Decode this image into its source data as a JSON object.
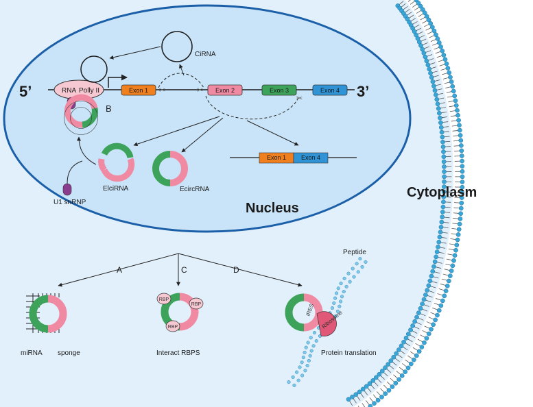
{
  "labels": {
    "five_prime": "5’",
    "three_prime": "3’",
    "rna_pol_a": "RNA",
    "rna_pol_b": "Polly II",
    "cirna": "CiRNA",
    "b_marker": "B",
    "elcirna": "ElciRNA",
    "ecircrna": "EcircRNA",
    "u1": "U1 snRNP",
    "nucleus": "Nucleus",
    "cytoplasm": "Cytoplasm",
    "path_a": "A",
    "path_c": "C",
    "path_d": "D",
    "peptide": "Peptide",
    "mirna": "miRNA",
    "sponge": "sponge",
    "interact": "Interact  RBPS",
    "protein_translation": "Protein translation",
    "rbp": "RBP",
    "ires": "IRES",
    "ribosome": "Ribosome"
  },
  "exons": [
    {
      "label": "Exon 1",
      "color": "#f07f1e"
    },
    {
      "label": "Exon 2",
      "color": "#f08aa3"
    },
    {
      "label": "Exon 3",
      "color": "#3da35b"
    },
    {
      "label": "Exon 4",
      "color": "#2f93d6"
    }
  ],
  "colors": {
    "background": "#e1f0fb",
    "nucleus_fill": "#c9e4f8",
    "nucleus_border": "#1b5fa8",
    "membrane_head": "#3aa6d8",
    "exon1": "#f07f1e",
    "exon2": "#f08aa3",
    "exon3": "#3da35b",
    "exon4": "#2f93d6",
    "u1": "#8a3d8f",
    "ribosome": "#e05777"
  }
}
